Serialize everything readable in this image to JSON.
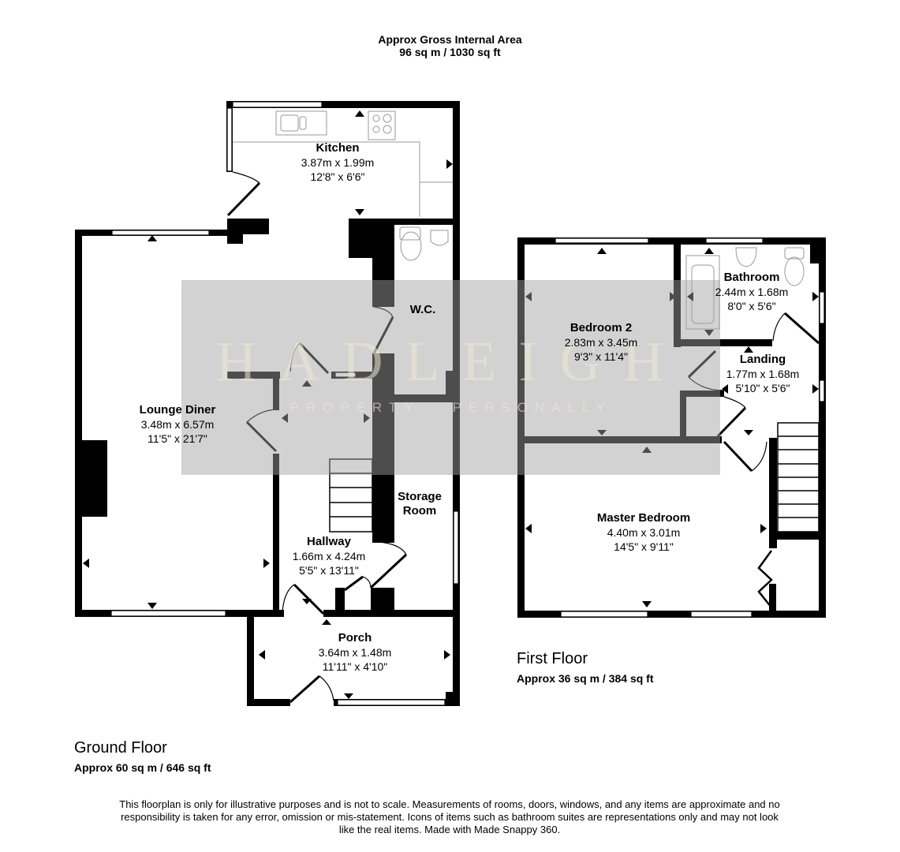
{
  "header": {
    "title": "Approx Gross Internal Area",
    "total_area": "96 sq m / 1030 sq ft"
  },
  "watermark": {
    "brand": "HADLEIGH",
    "tagline": "PROPERTY . PERSONALLY"
  },
  "ground_floor": {
    "title": "Ground Floor",
    "area": "Approx 60 sq m / 646 sq ft",
    "rooms": [
      {
        "name": "Kitchen",
        "metric": "3.87m x 1.99m",
        "imperial": "12'8\" x 6'6\""
      },
      {
        "name": "W.C.",
        "metric": "",
        "imperial": ""
      },
      {
        "name": "Lounge Diner",
        "metric": "3.48m x 6.57m",
        "imperial": "11'5\" x 21'7\""
      },
      {
        "name": "Storage Room",
        "metric": "",
        "imperial": ""
      },
      {
        "name": "Hallway",
        "metric": "1.66m x 4.24m",
        "imperial": "5'5\" x 13'11\""
      },
      {
        "name": "Porch",
        "metric": "3.64m x 1.48m",
        "imperial": "11'11\" x 4'10\""
      }
    ]
  },
  "first_floor": {
    "title": "First Floor",
    "area": "Approx 36 sq m / 384 sq ft",
    "rooms": [
      {
        "name": "Bedroom 2",
        "metric": "2.83m x 3.45m",
        "imperial": "9'3\" x 11'4\""
      },
      {
        "name": "Bathroom",
        "metric": "2.44m x 1.68m",
        "imperial": "8'0\" x 5'6\""
      },
      {
        "name": "Landing",
        "metric": "1.77m x 1.68m",
        "imperial": "5'10\" x 5'6\""
      },
      {
        "name": "Master Bedroom",
        "metric": "4.40m x 3.01m",
        "imperial": "14'5\" x 9'11\""
      }
    ]
  },
  "storage_room_lines": [
    "Storage",
    "Room"
  ],
  "disclaimer": "This floorplan is only for illustrative purposes and is not to scale. Measurements of rooms, doors, windows, and any items are approximate and no responsibility is taken for any error, omission or mis-statement. Icons of items such as bathroom suites are representations only and may not look like the real items. Made with Made Snappy 360.",
  "colors": {
    "wall": "#000000",
    "fixture": "#9a9a9a",
    "watermark_band": "#cfcfcf",
    "watermark_text": "#efe8d6"
  }
}
